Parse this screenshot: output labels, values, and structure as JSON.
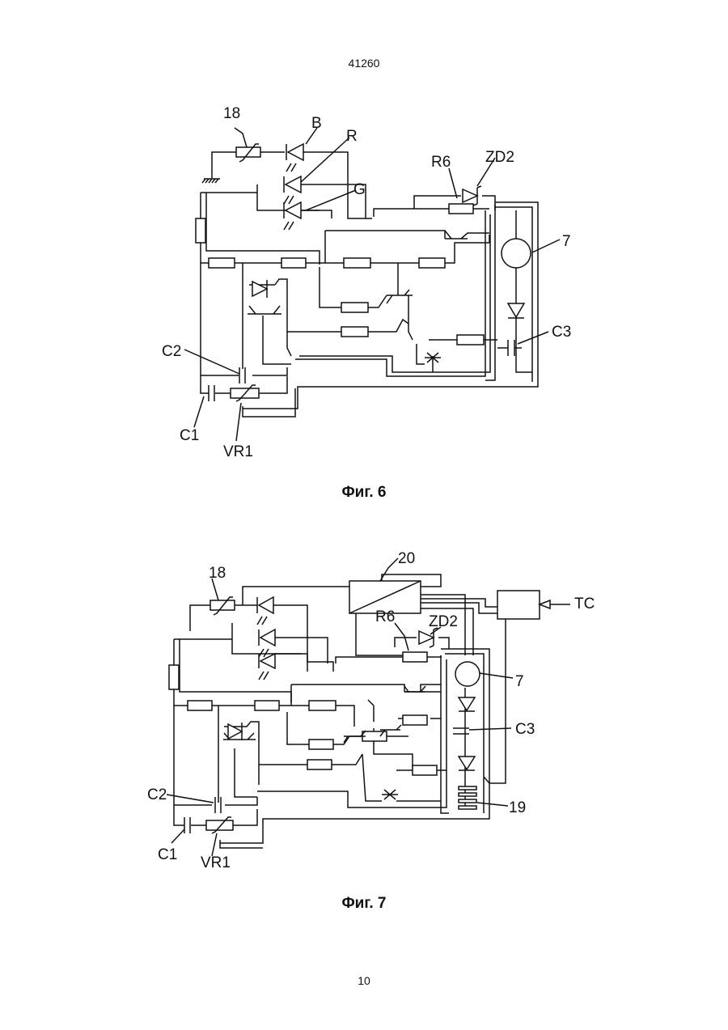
{
  "document": {
    "header": "41260",
    "page_number": "10"
  },
  "figure6": {
    "caption": "Фиг. 6",
    "labels": {
      "thermistor": "18",
      "led_blue": "B",
      "led_red": "R",
      "led_green": "G",
      "resistor_r6": "R6",
      "zener_zd2": "ZD2",
      "motor": "7",
      "cap_c3": "C3",
      "cap_c2": "C2",
      "cap_c1": "C1",
      "pot_vr1": "VR1"
    }
  },
  "figure7": {
    "caption": "Фиг. 7",
    "labels": {
      "thermistor": "18",
      "block": "20",
      "remote": "TC",
      "resistor_r6": "R6",
      "zener_zd2": "ZD2",
      "motor": "7",
      "cap_c3": "C3",
      "battery": "19",
      "cap_c2": "C2",
      "cap_c1": "C1",
      "pot_vr1": "VR1"
    }
  },
  "icons": {
    "resistor": "resistor-icon",
    "diode": "diode-icon",
    "led": "led-icon",
    "capacitor": "capacitor-icon",
    "transistor": "transistor-icon",
    "motor": "motor-icon",
    "ground": "ground-icon"
  }
}
